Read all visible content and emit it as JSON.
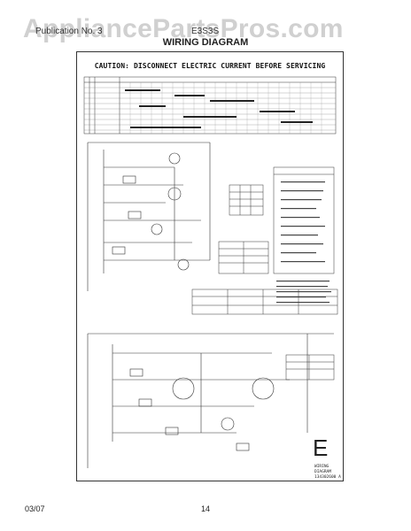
{
  "watermark": "AppliancePartsPros.com",
  "header": {
    "left": "Publication No. 3",
    "right": "E3S3S"
  },
  "doc_title": "WIRING DIAGRAM",
  "sheet": {
    "caution": "CAUTION: DISCONNECT ELECTRIC CURRENT BEFORE SERVICING",
    "big_letter": "E",
    "diagram_label_line1": "WIRING DIAGRAM",
    "diagram_label_line2": "134302600 A"
  },
  "footer": {
    "date": "03/07",
    "page": "14"
  }
}
